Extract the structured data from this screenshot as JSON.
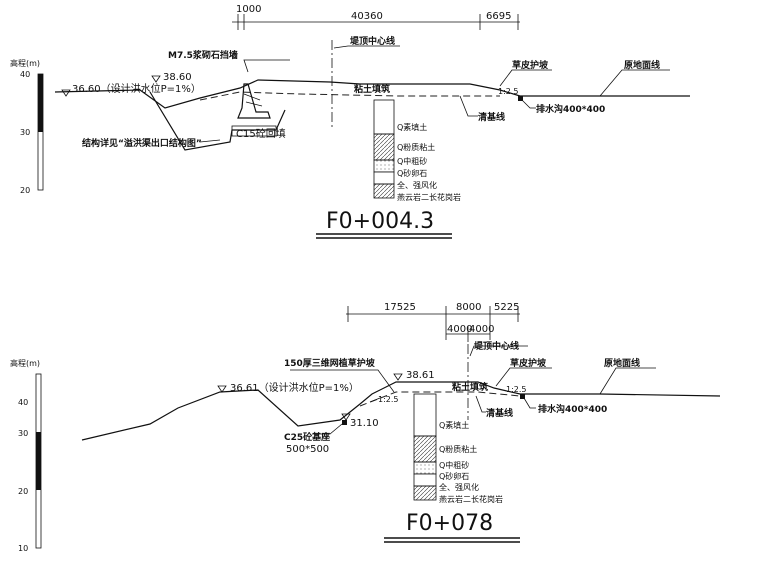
{
  "section1": {
    "title": "F0+004.3",
    "dims": [
      "1000",
      "40360",
      "6695"
    ],
    "scale_label": "高程(m)",
    "scale_ticks": [
      "40",
      "30",
      "20"
    ],
    "labels": {
      "dike_center": "堤顶中心线",
      "retaining_wall": "M7.5浆砌石挡墙",
      "wall_top_elev": "38.60",
      "flood_level": "36.60（设计洪水位P=1%）",
      "grass_slope": "草皮护坡",
      "ground_line": "原地面线",
      "clay_fill": "粘土填筑",
      "slope_ratio": "1:2.5",
      "drain_ditch": "排水沟400*400",
      "clearing_line": "清基线",
      "structure_note": "结构详见“溢洪渠出口结构图”",
      "concrete_base": "C15砼回填"
    },
    "strata": [
      "Q素填土",
      "Q粉质粘土",
      "Q中粗砂",
      "Q砂卵石",
      "全、强风化",
      "燕云岩二长花岗岩"
    ]
  },
  "section2": {
    "title": "F0+078",
    "dims": [
      "17525",
      "8000",
      "5225",
      "4000",
      "4000"
    ],
    "scale_label": "高程(m)",
    "scale_ticks": [
      "40",
      "30",
      "20",
      "10"
    ],
    "labels": {
      "dike_center": "堤顶中心线",
      "slope_protection": "150厚三维网植草护坡",
      "top_elev": "38.61",
      "flood_level": "36.61（设计洪水位P=1%）",
      "grass_slope": "草皮护坡",
      "ground_line": "原地面线",
      "clay_fill": "粘土填筑",
      "slope_ratio_left": "1:2.5",
      "slope_ratio_right": "1:2.5",
      "bottom_elev": "31.10",
      "concrete_footing": "C25砼基座",
      "footing_size": "500*500",
      "drain_ditch": "排水沟400*400",
      "clearing_line": "清基线"
    },
    "strata": [
      "Q素填土",
      "Q粉质粘土",
      "Q中粗砂",
      "Q砂卵石",
      "全、强风化",
      "燕云岩二长花岗岩"
    ]
  }
}
